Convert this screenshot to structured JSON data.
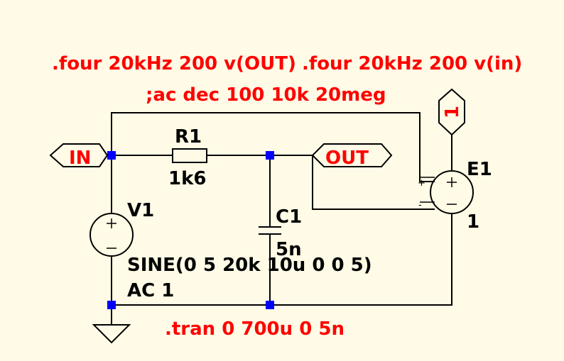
{
  "directives": {
    "four_out": ".four 20kHz 200 v(OUT)",
    "four_in": ".four 20kHz 200 v(in)",
    "ac": ";ac dec 100 10k 20meg",
    "tran": ".tran 0 700u 0 5n"
  },
  "components": {
    "r1": {
      "name": "R1",
      "value": "1k6"
    },
    "c1": {
      "name": "C1",
      "value": "5n"
    },
    "v1": {
      "name": "V1",
      "value": "SINE(0 5 20k 10u 0 0 5)",
      "ac": "AC 1"
    },
    "e1": {
      "name": "E1",
      "value": "1"
    }
  },
  "net_labels": {
    "in": "IN",
    "out": "OUT",
    "one": "1"
  },
  "colors": {
    "background": "#fffbe6",
    "wire": "#000000",
    "junction": "#0000ff",
    "directive": "#ff0000",
    "label": "#000000"
  }
}
